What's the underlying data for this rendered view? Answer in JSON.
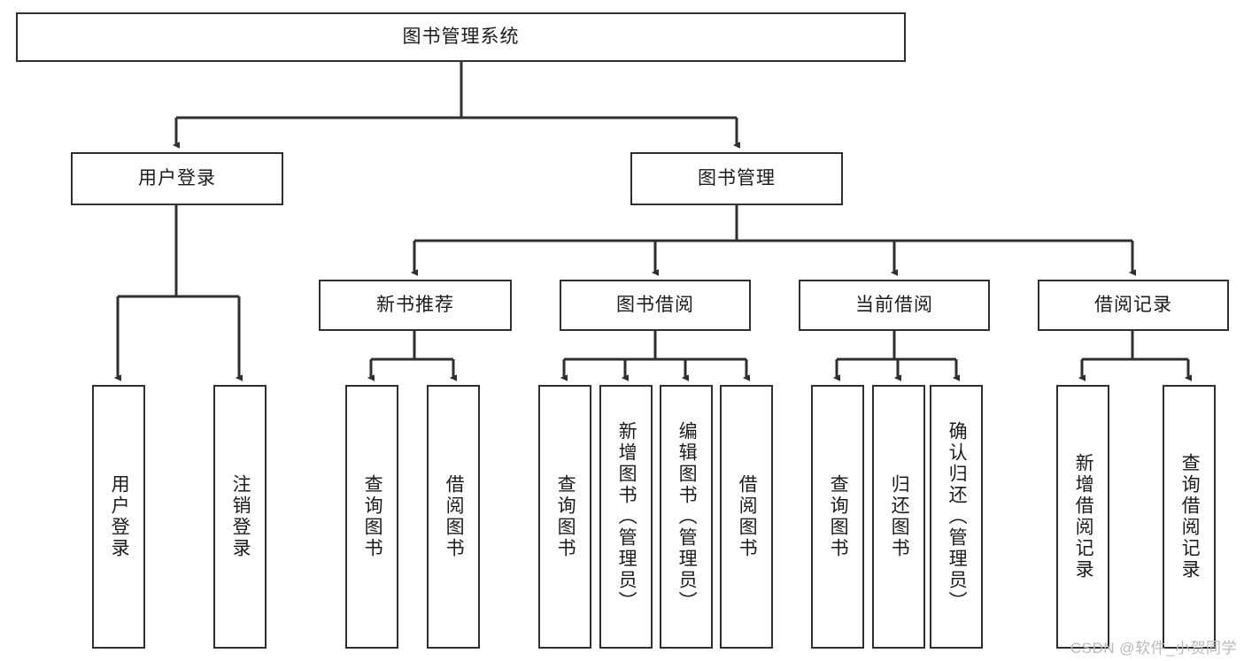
{
  "diagram": {
    "title": "图书管理系统",
    "type": "tree",
    "watermark": "CSDN @软件_小贺同学",
    "colors": {
      "box_border": "#2f2f2f",
      "box_fill": "#ffffff",
      "edge": "#2f2f2f",
      "text": "#1b1b1b",
      "watermark": "#b9b9b9"
    },
    "root": {
      "label": "图书管理系统"
    },
    "level2": [
      {
        "label": "用户登录"
      },
      {
        "label": "图书管理"
      }
    ],
    "level3": [
      {
        "label": "新书推荐"
      },
      {
        "label": "图书借阅"
      },
      {
        "label": "当前借阅"
      },
      {
        "label": "借阅记录"
      }
    ],
    "leaves": {
      "user_login": [
        {
          "label": "用户登录"
        },
        {
          "label": "注销登录"
        }
      ],
      "new_book_recommend": [
        {
          "label": "查询图书"
        },
        {
          "label": "借阅图书"
        }
      ],
      "book_borrow": [
        {
          "label": "查询图书"
        },
        {
          "label": "新增图书（管理员）"
        },
        {
          "label": "编辑图书（管理员）"
        },
        {
          "label": "借阅图书"
        }
      ],
      "current_borrow": [
        {
          "label": "查询图书"
        },
        {
          "label": "归还图书"
        },
        {
          "label": "确认归还（管理员）"
        }
      ],
      "borrow_record": [
        {
          "label": "新增借阅记录"
        },
        {
          "label": "查询借阅记录"
        }
      ]
    }
  }
}
